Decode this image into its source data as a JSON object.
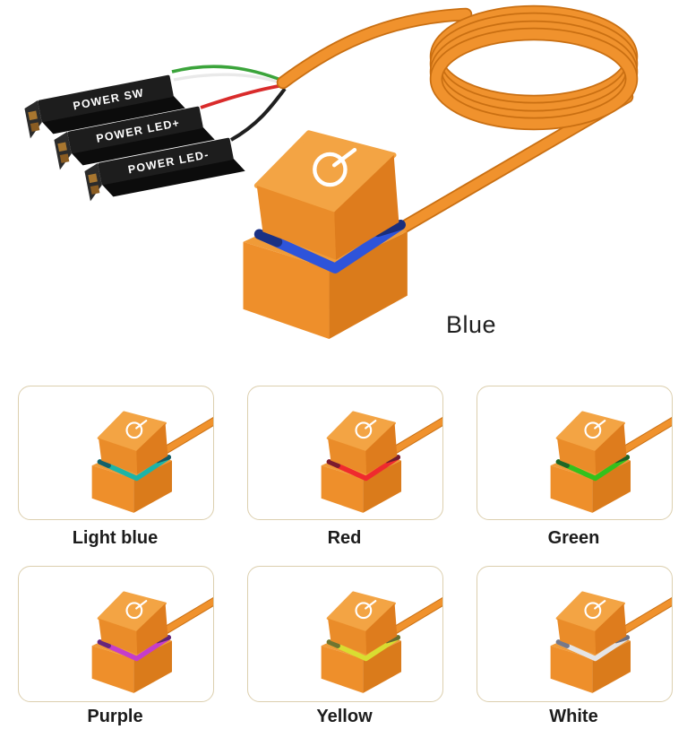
{
  "product": {
    "title_label": "Blue",
    "led_color": "#2e54da",
    "cable_color": "#f0922d",
    "connectors": [
      {
        "label": "POWER SW"
      },
      {
        "label": "POWER LED+"
      },
      {
        "label": "POWER LED-"
      }
    ],
    "wire_colors": {
      "green": "#3ba43b",
      "white": "#e9e9e9",
      "red": "#d92b2b",
      "black": "#1f1f1f"
    }
  },
  "variants": [
    {
      "label": "Light blue",
      "led": "#1db4a7"
    },
    {
      "label": "Red",
      "led": "#ef2a2e"
    },
    {
      "label": "Green",
      "led": "#33c11c"
    },
    {
      "label": "Purple",
      "led": "#c53dcb"
    },
    {
      "label": "Yellow",
      "led": "#d9dd31"
    },
    {
      "label": "White",
      "led": "#e4e4e6"
    }
  ]
}
